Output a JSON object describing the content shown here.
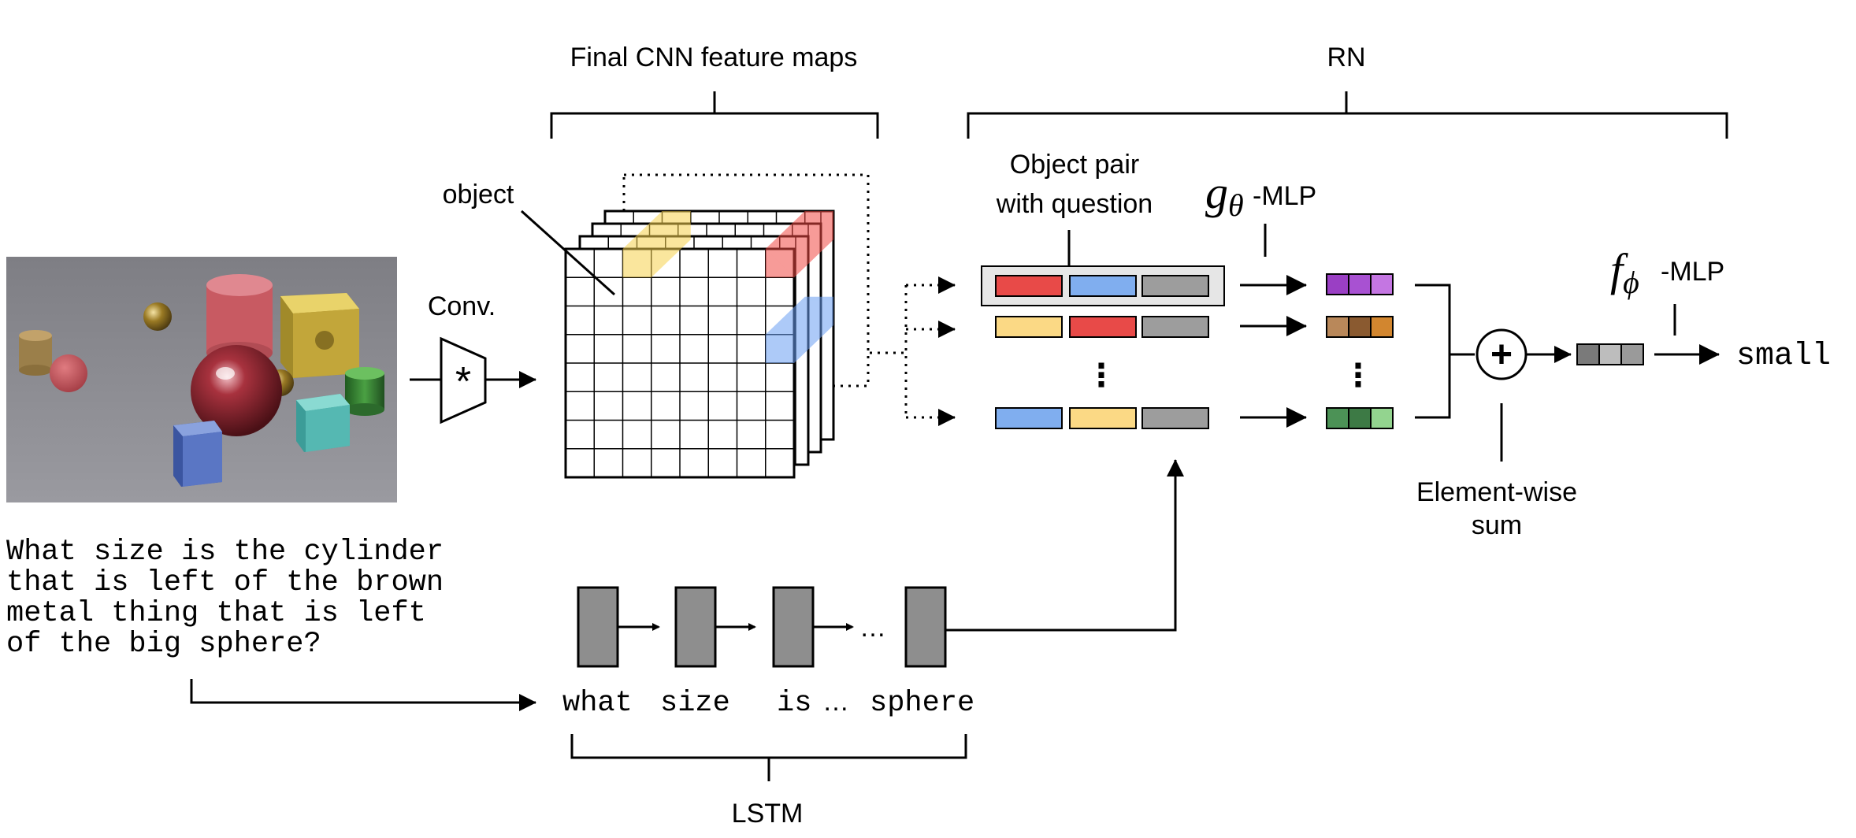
{
  "labels": {
    "cnn_maps": "Final CNN feature maps",
    "rn": "RN",
    "object": "object",
    "conv": "Conv.",
    "conv_symbol": "*",
    "object_pair_line1": "Object pair",
    "object_pair_line2": "with question",
    "g_symbol": "g",
    "g_sub": "θ",
    "g_mlp": "-MLP",
    "f_symbol": "f",
    "f_sub": "ϕ",
    "f_mlp": "-MLP",
    "answer": "small",
    "elementwise_line1": "Element-wise",
    "elementwise_line2": "sum",
    "sum_symbol": "+",
    "lstm": "LSTM",
    "vdots": "⋮",
    "lstm_ellipsis": "…"
  },
  "question_lines": [
    "What size is the cylinder",
    "that is left of the brown",
    "metal thing that is left",
    "of the big sphere?"
  ],
  "lstm_tokens": [
    "what",
    "size",
    "is",
    "…",
    "sphere"
  ],
  "pair_rows": [
    [
      "red",
      "blue",
      "gray"
    ],
    [
      "yellow",
      "red",
      "gray"
    ],
    [
      "blue",
      "yellow",
      "gray"
    ]
  ],
  "g_outputs": [
    [
      "#9a3fc4",
      "#a851d2",
      "#c476e2"
    ],
    [
      "#b9885a",
      "#8a5a30",
      "#d2862f"
    ],
    [
      "#4c9256",
      "#3d7a45",
      "#93d48f"
    ]
  ],
  "f_output": [
    "#7a7a7a",
    "#bdbdbd",
    "#9a9a9a"
  ],
  "colors": {
    "red": "#e84a48",
    "blue": "#80aeef",
    "yellow": "#fbd985",
    "gray": "#9d9d9d",
    "lstm_cell": "#8e8e8e",
    "highlight_yellow": "#f6d24d",
    "highlight_red": "#f14a44",
    "highlight_blue": "#6a9ef2"
  }
}
